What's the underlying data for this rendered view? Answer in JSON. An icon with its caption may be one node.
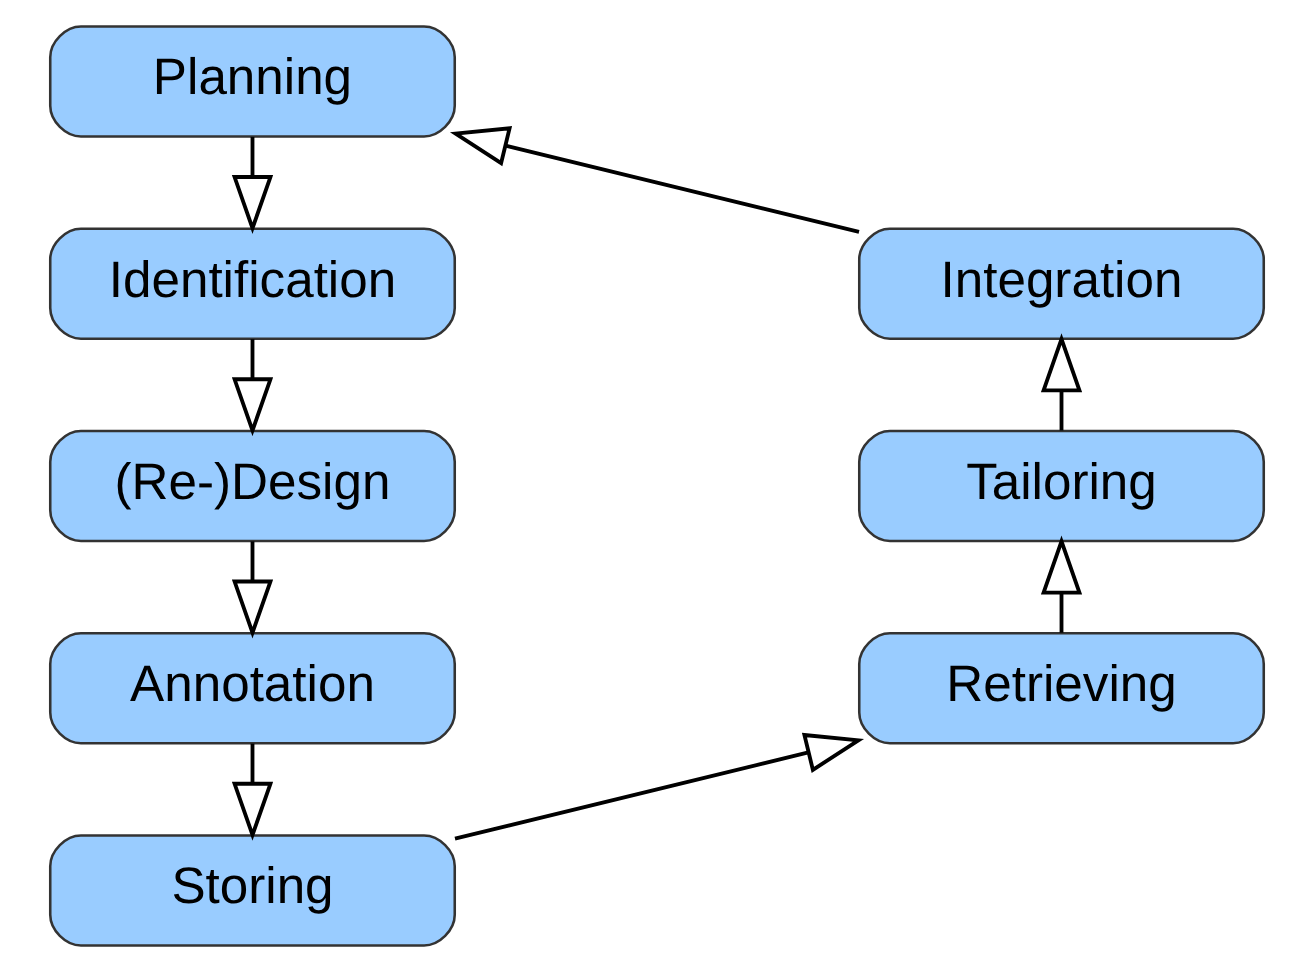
{
  "diagram": {
    "nodes": [
      {
        "text": [
          "Planning"
        ]
      },
      {
        "text": [
          "Integration"
        ]
      },
      {
        "text": [
          "Identification"
        ]
      },
      {
        "text": [
          "Tailoring"
        ]
      },
      {
        "text": [
          "(Re-)Design"
        ]
      },
      {
        "text": [
          "Retrieving"
        ]
      },
      {
        "text": [
          "Annotation"
        ]
      },
      {
        "text": [
          "Storing"
        ]
      }
    ],
    "edges": [
      {
        "from": 0,
        "to": 2,
        "arrow": "to"
      },
      {
        "from": 2,
        "to": 4,
        "arrow": "to"
      },
      {
        "from": 4,
        "to": 6,
        "arrow": "to"
      },
      {
        "from": 6,
        "to": 7,
        "arrow": "to"
      },
      {
        "from": 7,
        "to": 5,
        "arrow": "to"
      },
      {
        "from": 5,
        "to": 3,
        "arrow": "to"
      },
      {
        "from": 3,
        "to": 1,
        "arrow": "to"
      },
      {
        "from": 1,
        "to": 0,
        "arrow": "to"
      }
    ]
  }
}
